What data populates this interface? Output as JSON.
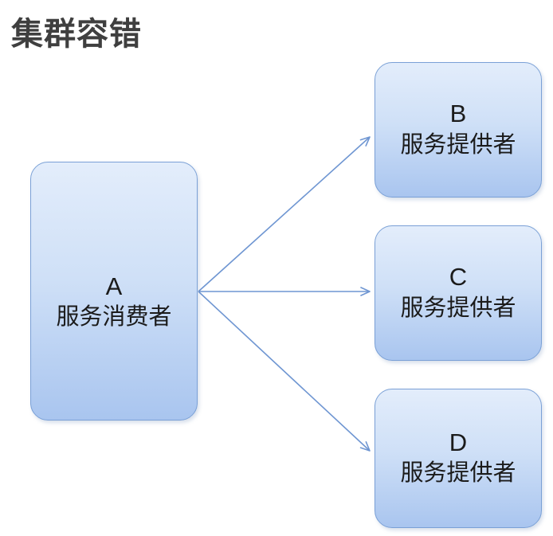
{
  "title": "集群容错",
  "diagram": {
    "nodes": [
      {
        "id": "A",
        "letter": "A",
        "label": "服务消费者",
        "role": "service-consumer"
      },
      {
        "id": "B",
        "letter": "B",
        "label": "服务提供者",
        "role": "service-provider"
      },
      {
        "id": "C",
        "letter": "C",
        "label": "服务提供者",
        "role": "service-provider"
      },
      {
        "id": "D",
        "letter": "D",
        "label": "服务提供者",
        "role": "service-provider"
      }
    ],
    "edges": [
      {
        "from": "A",
        "to": "B"
      },
      {
        "from": "A",
        "to": "C"
      },
      {
        "from": "A",
        "to": "D"
      }
    ],
    "colors": {
      "node_border": "#7aa0d6",
      "node_fill_top": "#e3edfb",
      "node_fill_bottom": "#a9c5ef",
      "arrow": "#6f96d2",
      "title_text": "#3f3f3f",
      "node_text": "#1b1b1b"
    }
  }
}
